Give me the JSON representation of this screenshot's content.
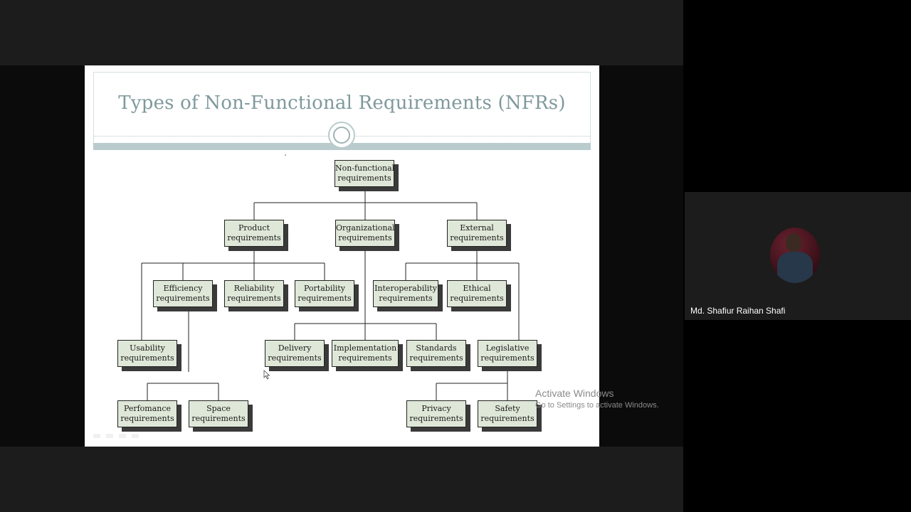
{
  "slide": {
    "title": "Types of Non-Functional Requirements (NFRs)",
    "nodes": {
      "root": [
        "Non-functional",
        "requirements"
      ],
      "product": [
        "Product",
        "requirements"
      ],
      "organizational": [
        "Organizational",
        "requirements"
      ],
      "external": [
        "External",
        "requirements"
      ],
      "efficiency": [
        "Efficiency",
        "requirements"
      ],
      "reliability": [
        "Reliability",
        "requirements"
      ],
      "portability": [
        "Portability",
        "requirements"
      ],
      "interoperability": [
        "Interoperability",
        "requirements"
      ],
      "ethical": [
        "Ethical",
        "requirements"
      ],
      "usability": [
        "Usability",
        "requirements"
      ],
      "delivery": [
        "Delivery",
        "requirements"
      ],
      "implementation": [
        "Implementation",
        "requirements"
      ],
      "standards": [
        "Standards",
        "requirements"
      ],
      "legislative": [
        "Legislative",
        "requirements"
      ],
      "performance": [
        "Perfomance",
        "requirements"
      ],
      "space": [
        "Space",
        "requirements"
      ],
      "privacy": [
        "Privacy",
        "requirements"
      ],
      "safety": [
        "Safety",
        "requirements"
      ]
    }
  },
  "watermark": {
    "line1": "Activate Windows",
    "line2": "Go to Settings to activate Windows."
  },
  "participant": {
    "name": "Md. Shafiur Raihan Shafi"
  },
  "colors": {
    "title": "#7f999c",
    "node_fill": "#dfe8d8",
    "header_bar": "#b9cbcc"
  }
}
